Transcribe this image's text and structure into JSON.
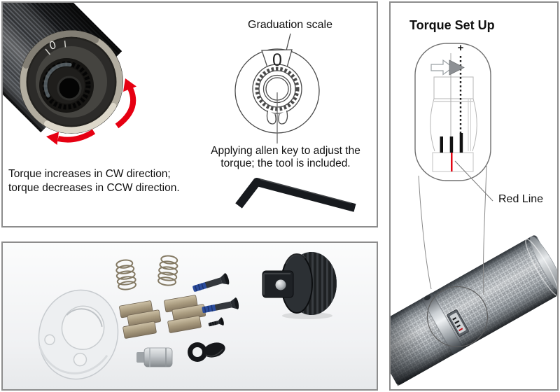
{
  "adjustment_panel": {
    "dial_face_value": "0",
    "rotation_caption_line1": "Torque increases in CW direction;",
    "rotation_caption_line2": "torque decreases in CCW direction.",
    "graduation": {
      "label": "Graduation scale",
      "scale_value": "0",
      "allen_caption_line1": "Applying allen key to adjust the",
      "allen_caption_line2": "torque; the tool is included."
    }
  },
  "torque_setup_panel": {
    "title": "Torque Set Up",
    "plus_marker": "+",
    "red_line_label": "Red Line"
  },
  "icons": {
    "cw_rotation_arrow": "curved red arrow, clockwise",
    "ccw_rotation_arrow": "curved red arrow, counter-clockwise",
    "direction_arrow": "gray right-pointing arrow toward dotted zero line",
    "allen_key": "black L-shaped hex key",
    "magnifier_circle": "callout circle over adjustment window"
  },
  "colors": {
    "accent_red": "#e60012",
    "red_line": "#e30613",
    "panel_border": "#8d8d8d",
    "screw_blue": "#2b4c9d",
    "handle_silver": "#b3b8bc",
    "knob_black": "#1b1e21"
  }
}
